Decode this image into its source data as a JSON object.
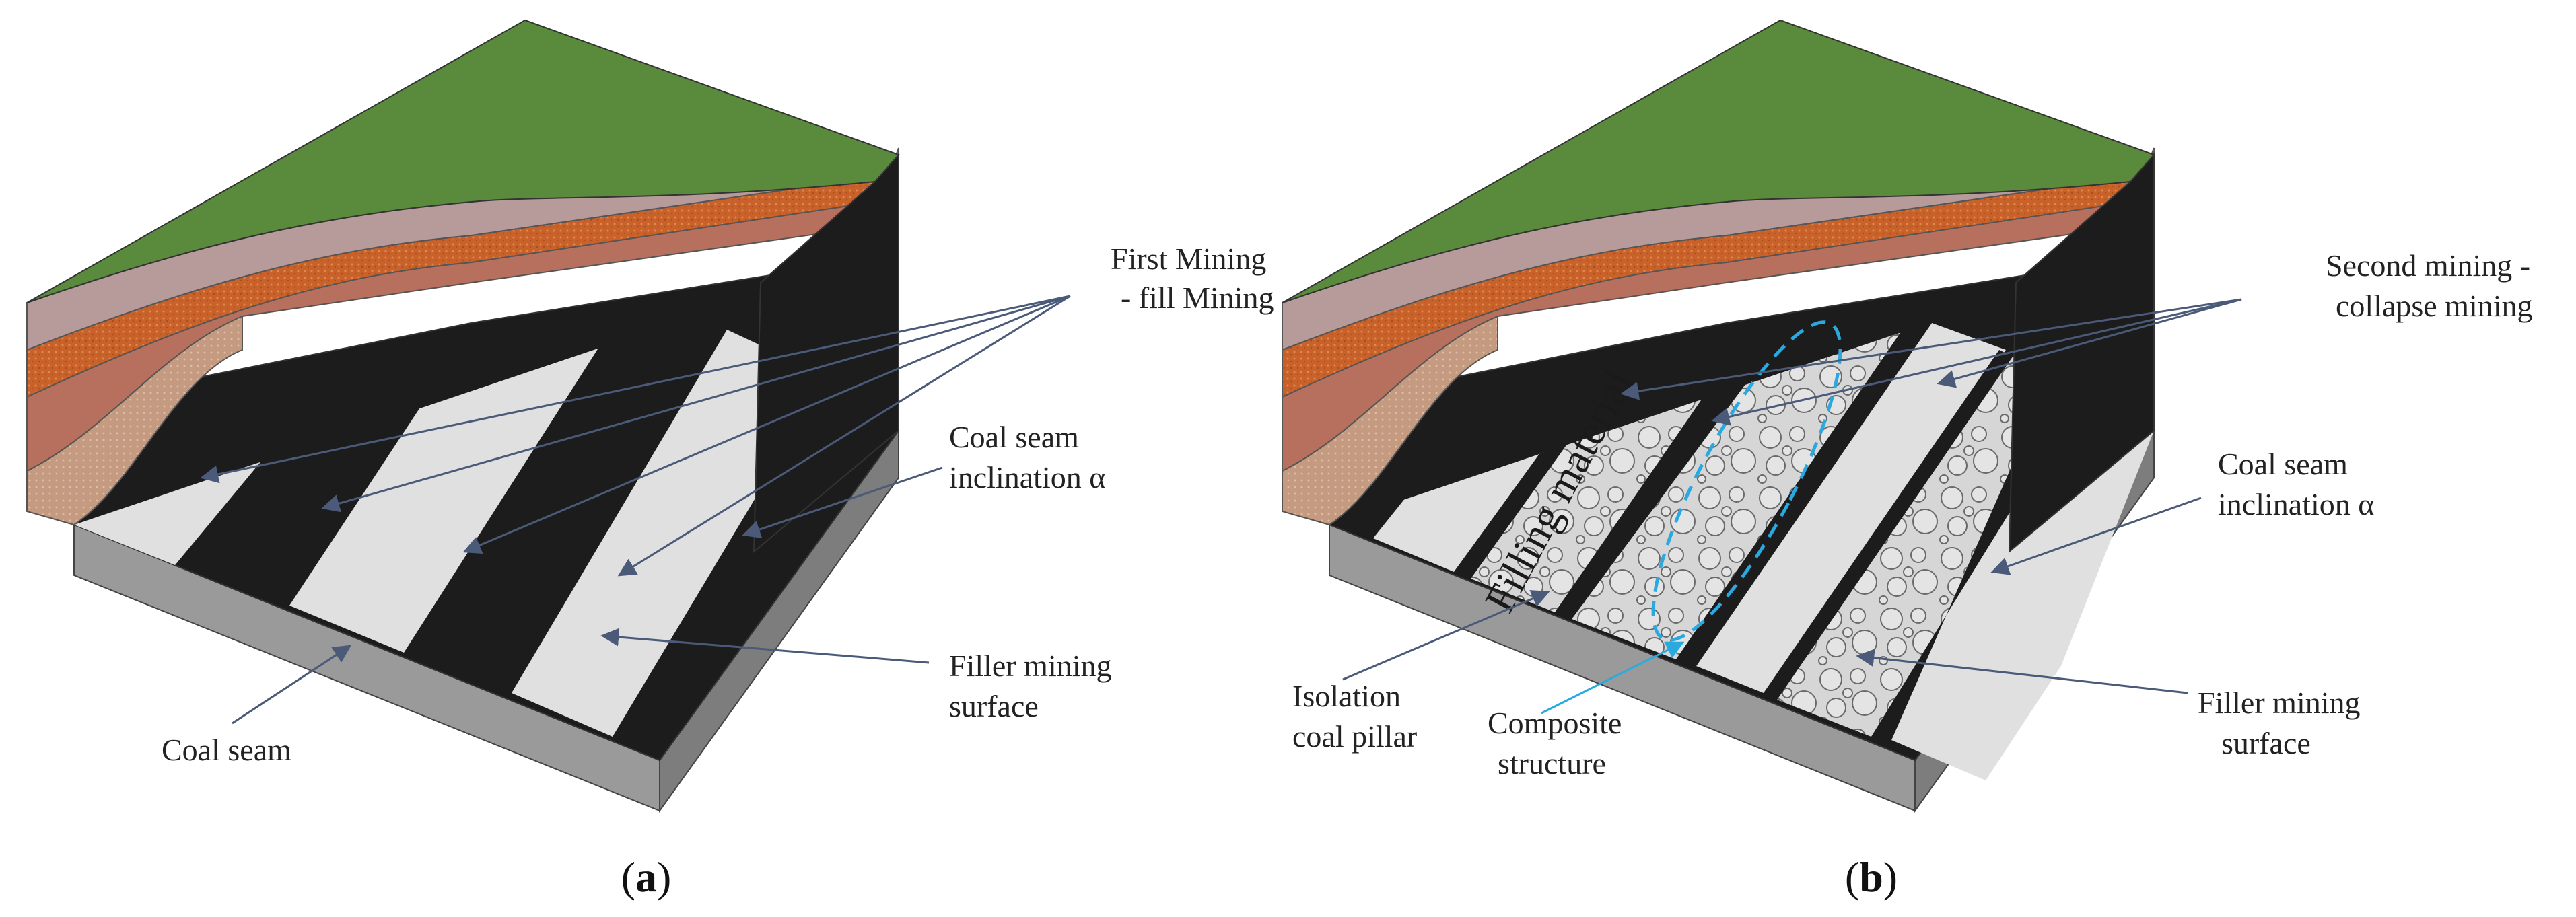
{
  "panels": [
    {
      "id": "a",
      "caption_letter": "a",
      "labels": {
        "first_mining_1": "First Mining",
        "first_mining_2": "- fill Mining",
        "inclination_1": "Coal seam",
        "inclination_2": "inclination α",
        "filler_1": "Filler mining",
        "filler_2": "surface",
        "coal_seam": "Coal seam"
      }
    },
    {
      "id": "b",
      "caption_letter": "b",
      "labels": {
        "second_mining_1": "Second mining -",
        "second_mining_2": "collapse mining",
        "inclination_1": "Coal seam",
        "inclination_2": "inclination α",
        "filler_1": "Filler mining",
        "filler_2": "surface",
        "isolation_1": "Isolation",
        "isolation_2": "coal pillar",
        "composite_1": "Composite",
        "composite_2": "structure",
        "filling_material": "Filling material"
      }
    }
  ],
  "colors": {
    "grass": "#5a8a3c",
    "mauve": "#b79a9a",
    "orange": "#c9622a",
    "salmon": "#b8705e",
    "tan": "#c49a80",
    "coal": "#1c1c1c",
    "filler": "#e0e0e0",
    "base": "#9a9a9a",
    "arrow": "#4a5a78",
    "composite_outline": "#2aa8e0"
  }
}
